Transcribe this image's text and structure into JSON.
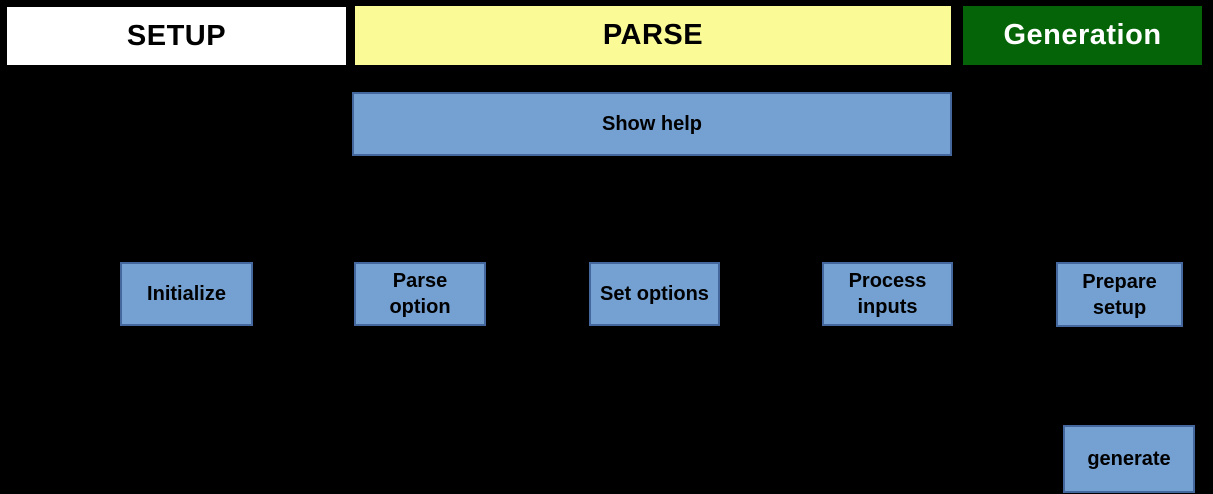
{
  "diagram": {
    "background_color": "#000000",
    "node_fill_color": "#74a0d2",
    "node_border_color": "#44689d",
    "lanes": [
      {
        "label": "SETUP",
        "fill": "#ffffff",
        "text_color": "#000000"
      },
      {
        "label": "PARSE",
        "fill": "#fafa96",
        "text_color": "#000000"
      },
      {
        "label": "Generation",
        "fill": "#046407",
        "text_color": "#ffffff"
      }
    ],
    "nodes": [
      {
        "label": "Show help"
      },
      {
        "label": "Initialize"
      },
      {
        "label": "Parse option"
      },
      {
        "label": "Set options"
      },
      {
        "label": "Process inputs"
      },
      {
        "label": "Prepare setup"
      },
      {
        "label": "generate"
      }
    ]
  }
}
